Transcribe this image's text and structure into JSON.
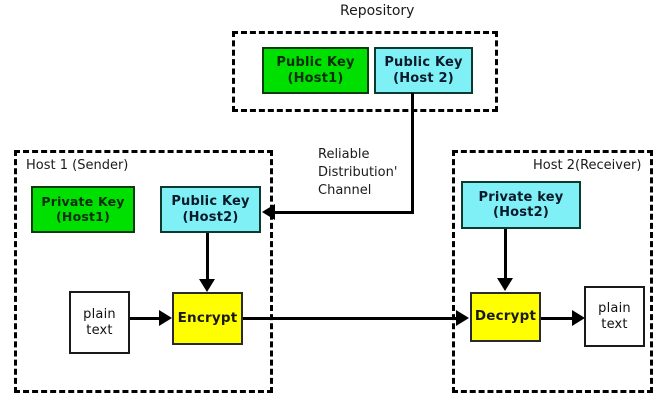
{
  "diagram": {
    "title": "Repository",
    "background": "#ffffff",
    "colors": {
      "public_key_host1": "#00e000",
      "public_key_host2": "#7ff0f5",
      "private_key_host1": "#00e000",
      "private_key_host2": "#7ff0f5",
      "process": "#ffff00",
      "plaintext": "#ffffff",
      "stroke": "#000000"
    }
  },
  "repository": {
    "title": "Repository",
    "keys": [
      {
        "line1": "Public Key",
        "line2": "(Host1)",
        "color": "#00e000"
      },
      {
        "line1": "Public Key",
        "line2": "(Host 2)",
        "color": "#7ff0f5"
      }
    ]
  },
  "channel": {
    "label_line1": "Reliable",
    "label_line2": "Distribution'",
    "label_line3": "Channel"
  },
  "host1": {
    "title": "Host 1 (Sender)",
    "private_key": {
      "line1": "Private Key",
      "line2": "(Host1)"
    },
    "public_key": {
      "line1": "Public Key",
      "line2": "(Host2)"
    },
    "input": {
      "line1": "plain",
      "line2": "text"
    },
    "process": "Encrypt"
  },
  "host2": {
    "title": "Host 2(Receiver)",
    "private_key": {
      "line1": "Private key",
      "line2": "(Host2)"
    },
    "output": {
      "line1": "plain",
      "line2": "text"
    },
    "process": "Decrypt"
  }
}
